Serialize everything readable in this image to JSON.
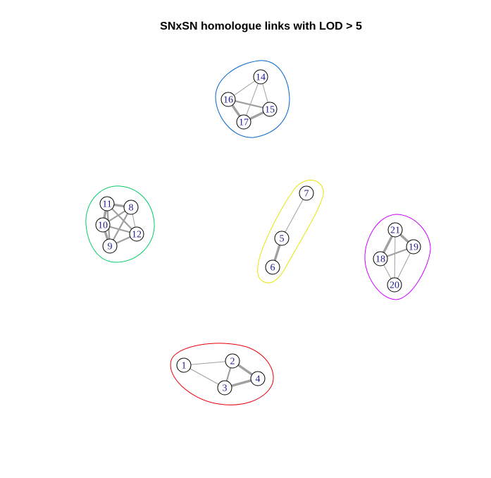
{
  "title": "SNxSN homologue links with LOD > 5",
  "groups": [
    {
      "id": "g1",
      "color": "#e8000b",
      "nodes": [
        "1",
        "2",
        "3",
        "4"
      ]
    },
    {
      "id": "g2",
      "color": "#e6e600",
      "nodes": [
        "5",
        "6",
        "7"
      ]
    },
    {
      "id": "g3",
      "color": "#00cc66",
      "nodes": [
        "8",
        "9",
        "10",
        "11",
        "12"
      ]
    },
    {
      "id": "g4",
      "color": "#0066cc",
      "nodes": [
        "14",
        "15",
        "16",
        "17"
      ]
    },
    {
      "id": "g5",
      "color": "#cc00ff",
      "nodes": [
        "18",
        "19",
        "20",
        "21"
      ]
    }
  ],
  "nodes": [
    "1",
    "2",
    "3",
    "4",
    "5",
    "6",
    "7",
    "8",
    "9",
    "10",
    "11",
    "12",
    "14",
    "15",
    "16",
    "17",
    "18",
    "19",
    "20",
    "21"
  ],
  "edges": [
    {
      "source": "1",
      "target": "2",
      "weight": "thin"
    },
    {
      "source": "1",
      "target": "3",
      "weight": "thin"
    },
    {
      "source": "2",
      "target": "3",
      "weight": "medium"
    },
    {
      "source": "2",
      "target": "4",
      "weight": "thick"
    },
    {
      "source": "3",
      "target": "4",
      "weight": "thick"
    },
    {
      "source": "5",
      "target": "6",
      "weight": "thick"
    },
    {
      "source": "5",
      "target": "7",
      "weight": "thin"
    },
    {
      "source": "11",
      "target": "8",
      "weight": "thick"
    },
    {
      "source": "11",
      "target": "10",
      "weight": "thick"
    },
    {
      "source": "11",
      "target": "12",
      "weight": "medium"
    },
    {
      "source": "11",
      "target": "9",
      "weight": "medium"
    },
    {
      "source": "8",
      "target": "10",
      "weight": "medium"
    },
    {
      "source": "8",
      "target": "12",
      "weight": "thin"
    },
    {
      "source": "8",
      "target": "9",
      "weight": "medium"
    },
    {
      "source": "10",
      "target": "12",
      "weight": "medium"
    },
    {
      "source": "10",
      "target": "9",
      "weight": "thick"
    },
    {
      "source": "9",
      "target": "12",
      "weight": "medium"
    },
    {
      "source": "14",
      "target": "16",
      "weight": "thin"
    },
    {
      "source": "14",
      "target": "17",
      "weight": "thin"
    },
    {
      "source": "14",
      "target": "15",
      "weight": "thin"
    },
    {
      "source": "16",
      "target": "15",
      "weight": "medium"
    },
    {
      "source": "16",
      "target": "17",
      "weight": "thick"
    },
    {
      "source": "17",
      "target": "15",
      "weight": "thick"
    },
    {
      "source": "21",
      "target": "19",
      "weight": "thick"
    },
    {
      "source": "21",
      "target": "18",
      "weight": "thick"
    },
    {
      "source": "21",
      "target": "20",
      "weight": "thin"
    },
    {
      "source": "18",
      "target": "19",
      "weight": "medium"
    },
    {
      "source": "18",
      "target": "20",
      "weight": "thin"
    },
    {
      "source": "19",
      "target": "20",
      "weight": "thin"
    }
  ]
}
